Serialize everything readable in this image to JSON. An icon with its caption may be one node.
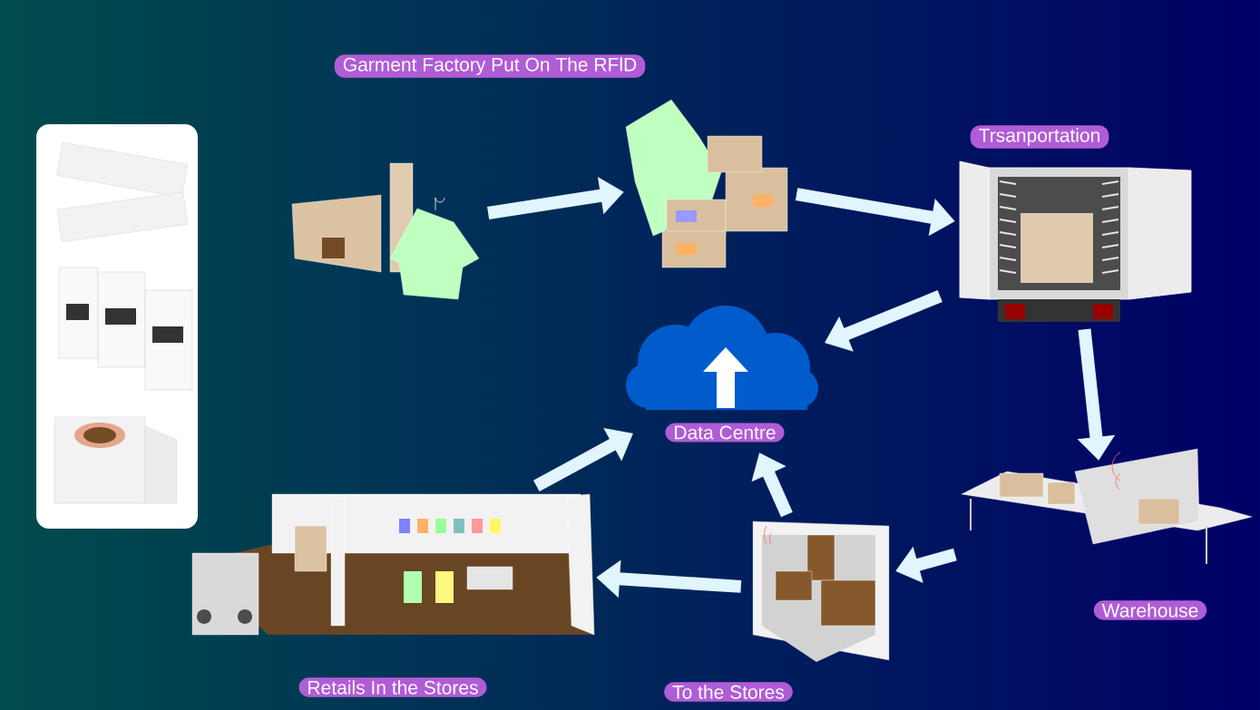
{
  "diagram": {
    "nodes": [
      {
        "text": [
          "Garment Factory Put On The RFlD"
        ]
      },
      {
        "text": [],
        "shape": "picture"
      },
      {
        "text": [
          "Trsanportation"
        ]
      },
      {
        "text": [
          "Warehouse"
        ]
      },
      {
        "text": [
          "To the Stores"
        ]
      },
      {
        "text": [
          "Retails In the Stores"
        ]
      },
      {
        "text": [
          "Data Centre"
        ]
      }
    ],
    "edges": [
      {
        "from": 0,
        "to": 1,
        "arrow": "to"
      },
      {
        "from": 1,
        "to": 2,
        "arrow": "to"
      },
      {
        "from": 2,
        "to": 6,
        "arrow": "to"
      },
      {
        "from": 2,
        "to": 3,
        "arrow": "to"
      },
      {
        "from": 3,
        "to": 4,
        "arrow": "to"
      },
      {
        "from": 4,
        "to": 5,
        "arrow": "to"
      },
      {
        "from": 4,
        "to": 6,
        "arrow": "to"
      },
      {
        "from": 5,
        "to": 6,
        "arrow": "to"
      }
    ]
  }
}
